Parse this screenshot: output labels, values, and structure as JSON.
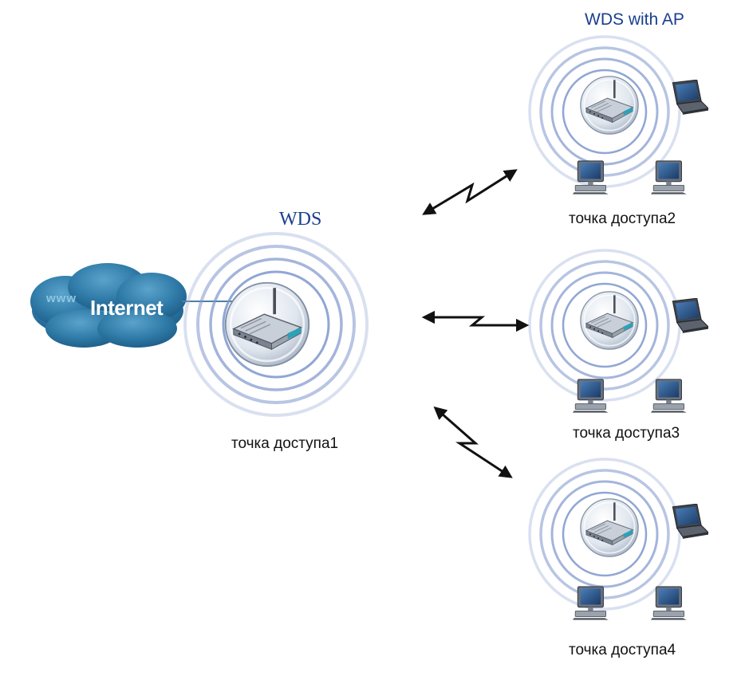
{
  "diagram": {
    "titles": {
      "wds": "WDS",
      "wds_with_ap": "WDS with AP"
    },
    "cloud": {
      "www": "www",
      "label": "Internet"
    },
    "access_points": [
      {
        "id": "ap1",
        "label": "точка доступа1"
      },
      {
        "id": "ap2",
        "label": "точка доступа2"
      },
      {
        "id": "ap3",
        "label": "точка доступа3"
      },
      {
        "id": "ap4",
        "label": "точка доступа4"
      }
    ],
    "colors": {
      "title_blue": "#1a3f8f",
      "cloud_blue": "#2e79a6",
      "wave_blue": "#7d96cc",
      "arrow": "#111111"
    }
  }
}
